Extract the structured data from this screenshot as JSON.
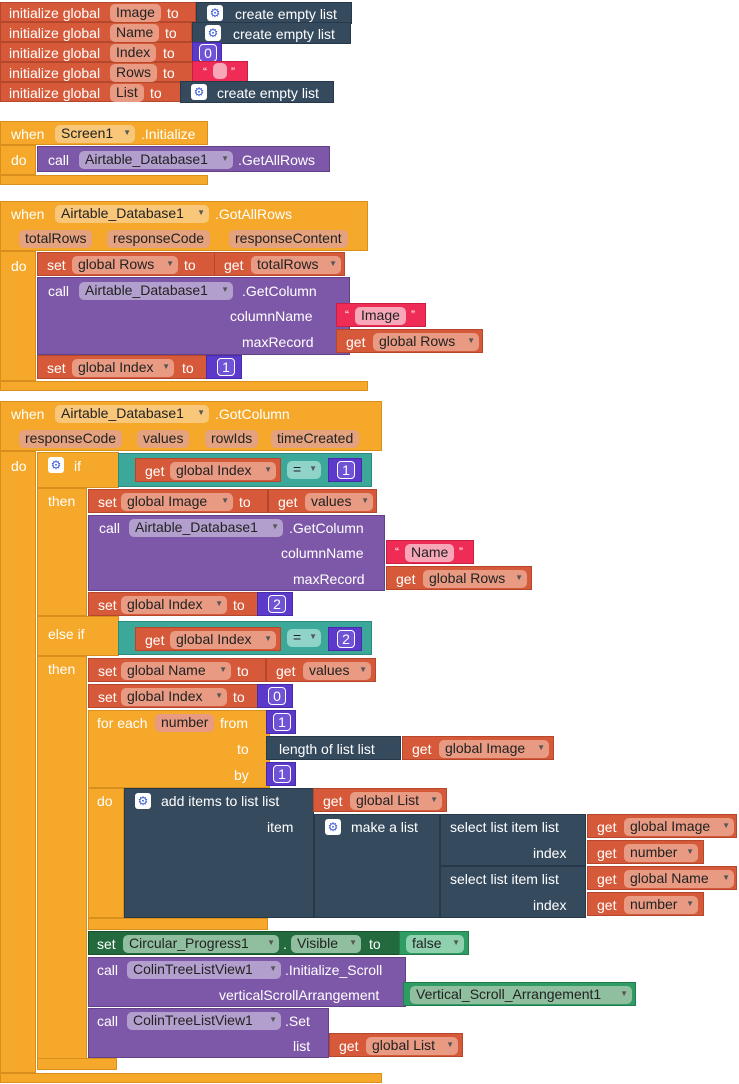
{
  "globals": [
    {
      "kw": "initialize global",
      "name": "Image",
      "to": "to",
      "value": "create empty list"
    },
    {
      "kw": "initialize global",
      "name": "Name",
      "to": "to",
      "value": "create empty list"
    },
    {
      "kw": "initialize global",
      "name": "Index",
      "to": "to",
      "value": "0"
    },
    {
      "kw": "initialize global",
      "name": "Rows",
      "to": "to",
      "value": ""
    },
    {
      "kw": "initialize global",
      "name": "List",
      "to": "to",
      "value": "create empty list"
    }
  ],
  "screen_init": {
    "when": "when",
    "component": "Screen1",
    "event": ".Initialize",
    "do": "do",
    "call": "call",
    "call_component": "Airtable_Database1",
    "call_method": ".GetAllRows"
  },
  "got_all_rows": {
    "when": "when",
    "component": "Airtable_Database1",
    "event": ".GotAllRows",
    "params": [
      "totalRows",
      "responseCode",
      "responseContent"
    ],
    "do": "do",
    "set_kw": "set",
    "set_var": "global Rows",
    "to": "to",
    "get_kw": "get",
    "get_var": "totalRows",
    "call": "call",
    "call_component": "Airtable_Database1",
    "call_method": ".GetColumn",
    "column_name_label": "columnName",
    "column_name_value": "Image",
    "max_record_label": "maxRecord",
    "max_record_get": "get",
    "max_record_var": "global Rows",
    "set2_kw": "set",
    "set2_var": "global Index",
    "set2_to": "to",
    "set2_value": "1"
  },
  "got_column": {
    "when": "when",
    "component": "Airtable_Database1",
    "event": ".GotColumn",
    "params": [
      "responseCode",
      "values",
      "rowIds",
      "timeCreated"
    ],
    "do": "do",
    "if": "if",
    "then": "then",
    "else_if": "else if",
    "if1": {
      "get": "get",
      "var": "global Index",
      "op": "=",
      "value": "1"
    },
    "then1": {
      "set_kw": "set",
      "set_var": "global Image",
      "to": "to",
      "get": "get",
      "get_var": "values",
      "call": "call",
      "call_component": "Airtable_Database1",
      "call_method": ".GetColumn",
      "column_name_label": "columnName",
      "column_name_value": "Name",
      "max_record_label": "maxRecord",
      "max_get": "get",
      "max_var": "global Rows",
      "set2_kw": "set",
      "set2_var": "global Index",
      "set2_to": "to",
      "set2_value": "2"
    },
    "if2": {
      "get": "get",
      "var": "global Index",
      "op": "=",
      "value": "2"
    },
    "then2": {
      "set_kw": "set",
      "set_var": "global Name",
      "to": "to",
      "get": "get",
      "get_var": "values",
      "set2_kw": "set",
      "set2_var": "global Index",
      "set2_to": "to",
      "set2_value": "0",
      "for_each": "for each",
      "loop_var": "number",
      "from": "from",
      "from_value": "1",
      "to_label": "to",
      "length_of_list": "length of list  list",
      "len_get": "get",
      "len_var": "global Image",
      "by": "by",
      "by_value": "1",
      "do": "do",
      "add_items": "add items to list  list",
      "add_get": "get",
      "add_var": "global List",
      "item": "item",
      "make_a_list": "make a list",
      "sel1": "select list item  list",
      "sel1_get": "get",
      "sel1_var": "global Image",
      "index1": "index",
      "index1_get": "get",
      "index1_var": "number",
      "sel2": "select list item  list",
      "sel2_get": "get",
      "sel2_var": "global Name",
      "index2": "index",
      "index2_get": "get",
      "index2_var": "number"
    },
    "set_visible": {
      "kw": "set",
      "component": "Circular_Progress1",
      "dot": ".",
      "prop": "Visible",
      "to": "to",
      "value": "false"
    },
    "init_scroll": {
      "call": "call",
      "component": "ColinTreeListView1",
      "method": ".Initialize_Scroll",
      "arg_label": "verticalScrollArrangement",
      "arg_value": "Vertical_Scroll_Arrangement1"
    },
    "set_list": {
      "call": "call",
      "component": "ColinTreeListView1",
      "method": ".Set",
      "arg_label": "list",
      "get": "get",
      "var": "global List"
    }
  }
}
